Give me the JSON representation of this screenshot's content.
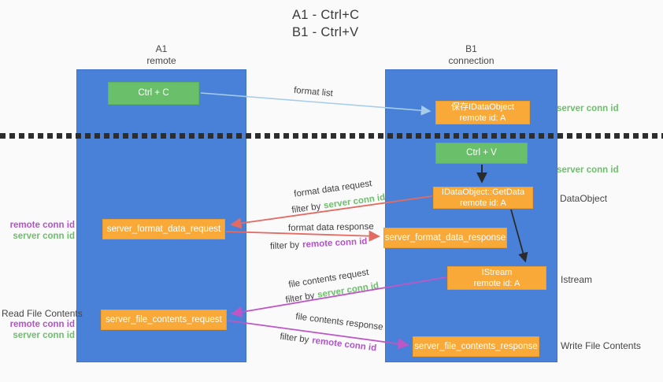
{
  "title": {
    "line1": "A1 - Ctrl+C",
    "line2": "B1 - Ctrl+V"
  },
  "columns": {
    "left": {
      "name": "A1",
      "role": "remote"
    },
    "right": {
      "name": "B1",
      "role": "connection"
    }
  },
  "nodes": {
    "ctrl_c": "Ctrl + C",
    "ctrl_v": "Ctrl + V",
    "save_dataobject": {
      "line1": "保存IDataObject",
      "line2": "remote id: A"
    },
    "getdata": {
      "line1": "IDataObject::GetData",
      "line2": "remote id: A"
    },
    "istream": {
      "line1": "IStream",
      "line2": "remote id: A"
    },
    "format_request": "server_format_data_request",
    "format_response": "server_format_data_response",
    "file_request": "server_file_contents_request",
    "file_response": "server_file_contents_response"
  },
  "edge_labels": {
    "format_list": "format list",
    "format_data_request": "format data request",
    "format_data_response": "format data response",
    "file_contents_request": "file contents request",
    "file_contents_response": "file contents response",
    "filter_by": "filter by",
    "server_conn_id": "server conn id",
    "remote_conn_id": "remote conn id"
  },
  "side_labels": {
    "server_conn_id_top": "server conn id",
    "server_conn_id_mid": "server conn id",
    "dataobject": "DataObject",
    "istream": "Istream",
    "write_file_contents": "Write File Contents",
    "read_file_contents": "Read File Contents",
    "remote_conn_id": "remote conn id",
    "server_conn_id": "server conn id"
  },
  "colors": {
    "column_blue": "#4a81d8",
    "node_green": "#6abf6a",
    "node_orange": "#f8a938",
    "arrow_blue": "#a6cdea",
    "arrow_red": "#e26b63",
    "arrow_magenta": "#bd57c6",
    "arrow_black": "#2b2b2b",
    "text_green": "#6dbf6b",
    "text_purple": "#b254c8",
    "background": "#fafafa"
  }
}
